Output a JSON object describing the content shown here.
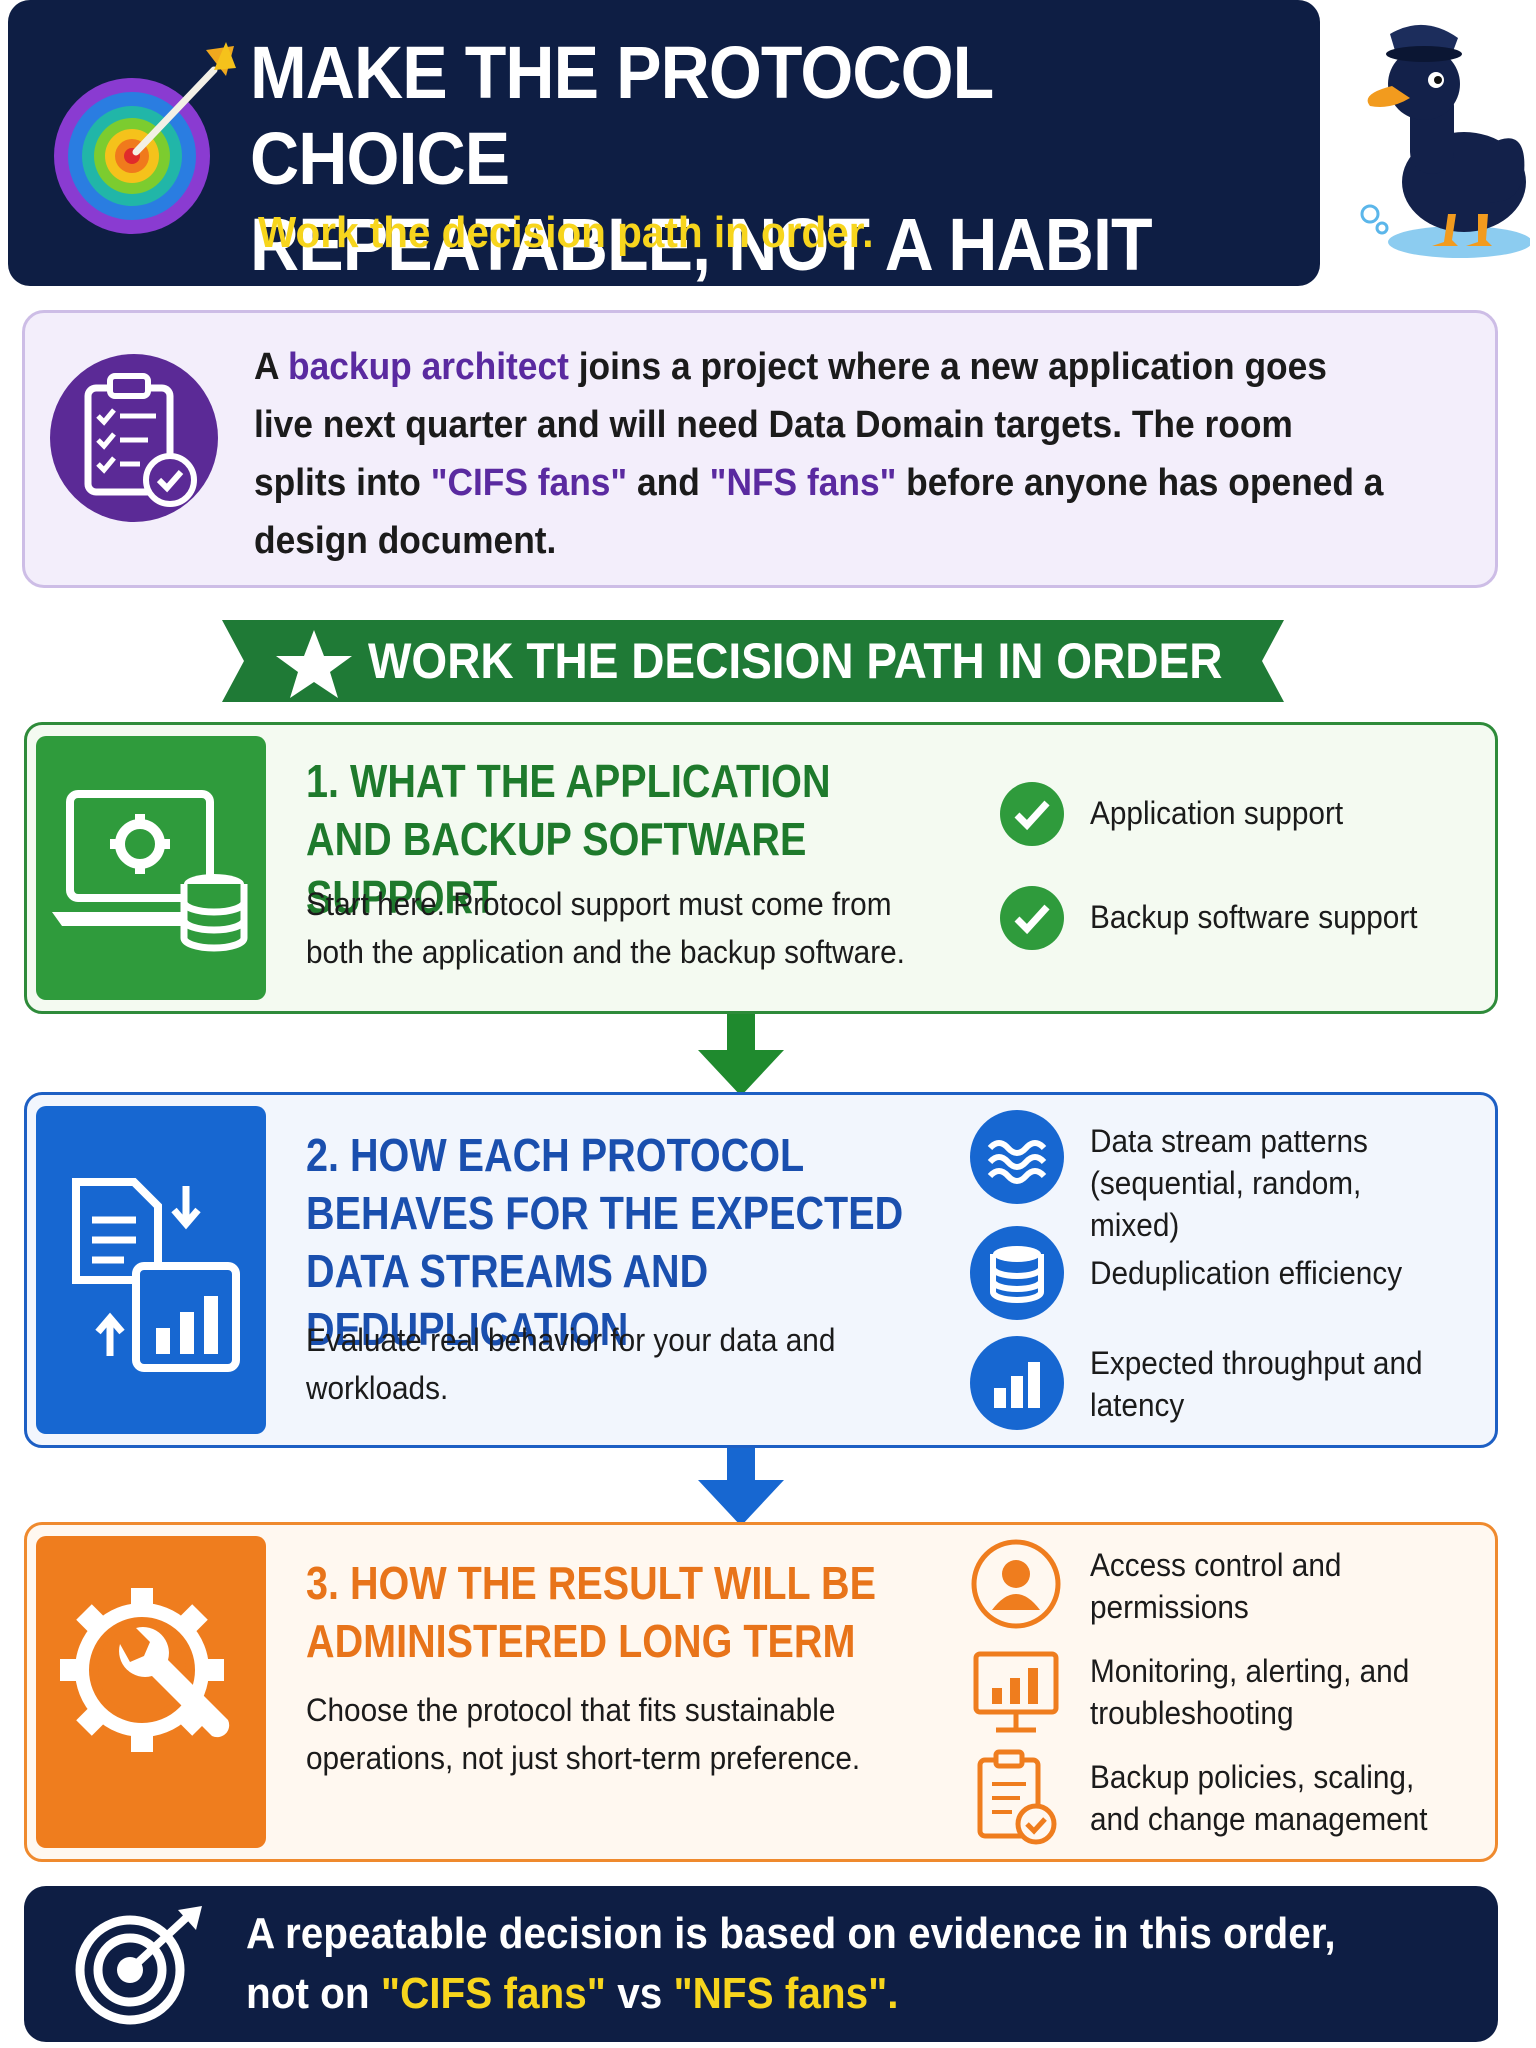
{
  "header": {
    "title_line1": "MAKE THE PROTOCOL CHOICE",
    "title_line2": "REPEATABLE, NOT A HABIT ARGUMENT",
    "subtitle": "Work the decision path in order."
  },
  "intro": {
    "part1": "A ",
    "highlight_role": "backup architect",
    "part2": " joins a project where a new application goes live next quarter and will need Data Domain targets. The room splits into ",
    "highlight_cifs": "\"CIFS fans\"",
    "part3": " and ",
    "highlight_nfs": "\"NFS fans\"",
    "part4": " before anyone has opened a design document."
  },
  "ribbon": {
    "label": "WORK THE DECISION PATH IN ORDER",
    "icon": "star-icon"
  },
  "steps": [
    {
      "title": "1. WHAT THE APPLICATION AND BACKUP SOFTWARE SUPPORT",
      "description": "Start here. Protocol support must come from both the application and the backup software.",
      "icon": "laptop-gear-database-icon",
      "color": "#2f9b3c",
      "features": [
        {
          "label": "Application support",
          "icon": "check-icon"
        },
        {
          "label": "Backup software support",
          "icon": "check-icon"
        }
      ]
    },
    {
      "title": "2. HOW EACH PROTOCOL BEHAVES FOR THE EXPECTED DATA STREAMS AND DEDUPLICATION",
      "description": "Evaluate real behavior for your data and workloads.",
      "icon": "document-chart-transfer-icon",
      "color": "#1767d1",
      "features": [
        {
          "label": "Data stream patterns (sequential, random, mixed)",
          "icon": "wave-stream-icon"
        },
        {
          "label": "Deduplication efficiency",
          "icon": "database-icon"
        },
        {
          "label": "Expected throughput and latency",
          "icon": "bar-chart-icon"
        }
      ]
    },
    {
      "title": "3. HOW THE RESULT WILL BE ADMINISTERED LONG TERM",
      "description": "Choose the protocol that fits sustainable operations, not just short-term preference.",
      "icon": "gear-wrench-icon",
      "color": "#ef7d1e",
      "features": [
        {
          "label": "Access control and permissions",
          "icon": "user-icon"
        },
        {
          "label": "Monitoring, alerting, and troubleshooting",
          "icon": "monitor-chart-icon"
        },
        {
          "label": "Backup policies, scaling, and change management",
          "icon": "clipboard-check-icon"
        }
      ]
    }
  ],
  "footer": {
    "part1": "A repeatable decision is based on evidence in this order, not on ",
    "cifs": "\"CIFS fans\"",
    "vs": " vs ",
    "nfs": "\"NFS fans\"",
    "end": "."
  }
}
